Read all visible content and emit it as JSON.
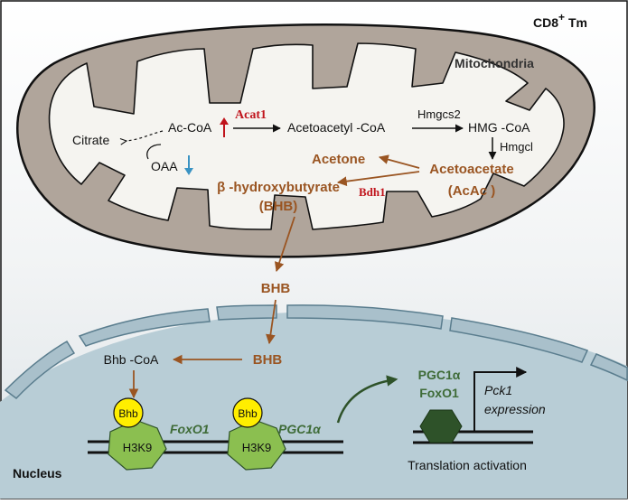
{
  "cell_type": {
    "base": "CD8",
    "sup": "+",
    "tail": " Tm"
  },
  "compartments": {
    "mitochondria": "Mitochondria",
    "nucleus": "Nucleus"
  },
  "metabolites": {
    "citrate": "Citrate",
    "ac_coa": "Ac-CoA",
    "oaa": "OAA",
    "acetoacetyl_coa": "Acetoacetyl -CoA",
    "hmg_coa": "HMG -CoA",
    "acetone": "Acetone",
    "acetoacetate": "Acetoacetate",
    "acac": "(AcAc )",
    "bhb_full": "β -hydroxybutyrate",
    "bhb_abbrev": "(BHB)",
    "bhb_cytosol": "BHB",
    "bhb_nucleus": "BHB",
    "bhb_coa": "Bhb -CoA"
  },
  "enzymes": {
    "acat1": "Acat1",
    "hmgcs2": "Hmgcs2",
    "hmgcl": "Hmgcl",
    "bdh1": "Bdh1"
  },
  "chromatin": {
    "bhb_mark_1": "Bhb",
    "bhb_mark_2": "Bhb",
    "h3k9_1": "H3K9",
    "h3k9_2": "H3K9",
    "gene_1": "FoxO1",
    "gene_2": "PGC1α",
    "tf_1": "PGC1α",
    "tf_2": "FoxO1",
    "target_gene": "Pck1",
    "target_suffix": "expression",
    "caption": "Translation activation"
  },
  "colors": {
    "brown": "#9a5522",
    "enzyme_red": "#c0141c",
    "green_text": "#3e6b37",
    "hexagon": "#8bbf50",
    "hexagon_dark": "#2e5229",
    "bhb_circle": "#ffee00",
    "mito_outer": "#b0a59b",
    "mito_inner": "#f5f4f0",
    "nucleus_fill": "#b8cdd6",
    "membrane": "#5a7d8e",
    "arrow_blue": "#3a93c3"
  }
}
